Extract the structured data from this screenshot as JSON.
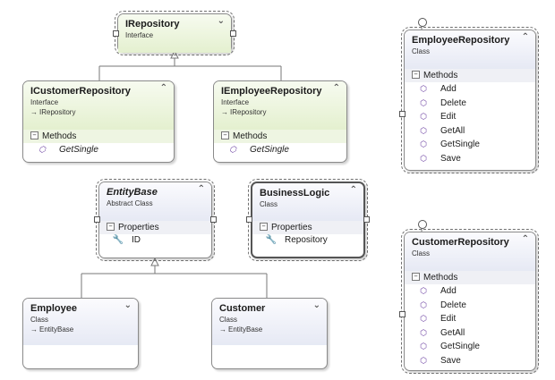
{
  "shapes": {
    "irepository": {
      "name": "IRepository",
      "kind": "Interface"
    },
    "icustomer_repository": {
      "name": "ICustomerRepository",
      "kind": "Interface",
      "base": "IRepository",
      "sections": [
        {
          "label": "Methods",
          "members": [
            "GetSingle"
          ]
        }
      ]
    },
    "iemployee_repository": {
      "name": "IEmployeeRepository",
      "kind": "Interface",
      "base": "IRepository",
      "sections": [
        {
          "label": "Methods",
          "members": [
            "GetSingle"
          ]
        }
      ]
    },
    "employee_repository": {
      "name": "EmployeeRepository",
      "kind": "Class",
      "sections": [
        {
          "label": "Methods",
          "members": [
            "Add",
            "Delete",
            "Edit",
            "GetAll",
            "GetSingle",
            "Save"
          ]
        }
      ]
    },
    "entity_base": {
      "name": "EntityBase",
      "kind": "Abstract Class",
      "sections": [
        {
          "label": "Properties",
          "members": [
            "ID"
          ]
        }
      ]
    },
    "business_logic": {
      "name": "BusinessLogic",
      "kind": "Class",
      "sections": [
        {
          "label": "Properties",
          "members": [
            "Repository"
          ]
        }
      ]
    },
    "customer_repository": {
      "name": "CustomerRepository",
      "kind": "Class",
      "sections": [
        {
          "label": "Methods",
          "members": [
            "Add",
            "Delete",
            "Edit",
            "GetAll",
            "GetSingle",
            "Save"
          ]
        }
      ]
    },
    "employee": {
      "name": "Employee",
      "kind": "Class",
      "base": "EntityBase"
    },
    "customer": {
      "name": "Customer",
      "kind": "Class",
      "base": "EntityBase"
    }
  },
  "icons": {
    "collapse": "chevron-up-icon",
    "expand": "chevron-down-icon",
    "method": "method-cube-icon",
    "property": "wrench-icon",
    "inherits": "inherits-arrow-icon"
  },
  "colors": {
    "interface_header": "#e4f0cf",
    "class_header": "#e6e9f4",
    "border": "#8a8a8a",
    "method_icon": "#6a3fa0"
  }
}
